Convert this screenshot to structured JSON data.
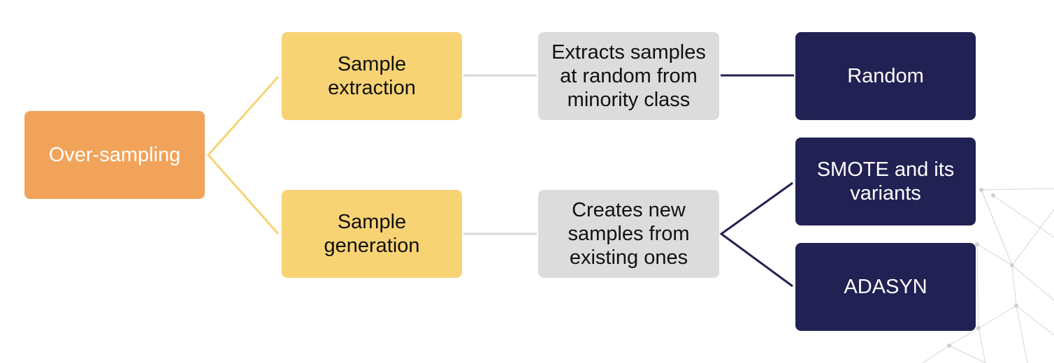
{
  "colors": {
    "root": "#f2a35a",
    "category": "#f8d374",
    "description": "#dcdcdc",
    "method": "#212153",
    "yellow_connector": "#f8d374",
    "grey_connector": "#d9d9d9",
    "navy_connector": "#212153",
    "network_decoration": "#d4d4d4"
  },
  "root": {
    "label": "Over-sampling"
  },
  "branches": [
    {
      "category": "Sample\nextraction",
      "description": "Extracts samples\nat random from\nminority class",
      "methods": [
        "Random"
      ]
    },
    {
      "category": "Sample\ngeneration",
      "description": "Creates new\nsamples from\nexisting ones",
      "methods": [
        "SMOTE and its\nvariants",
        "ADASYN"
      ]
    }
  ]
}
